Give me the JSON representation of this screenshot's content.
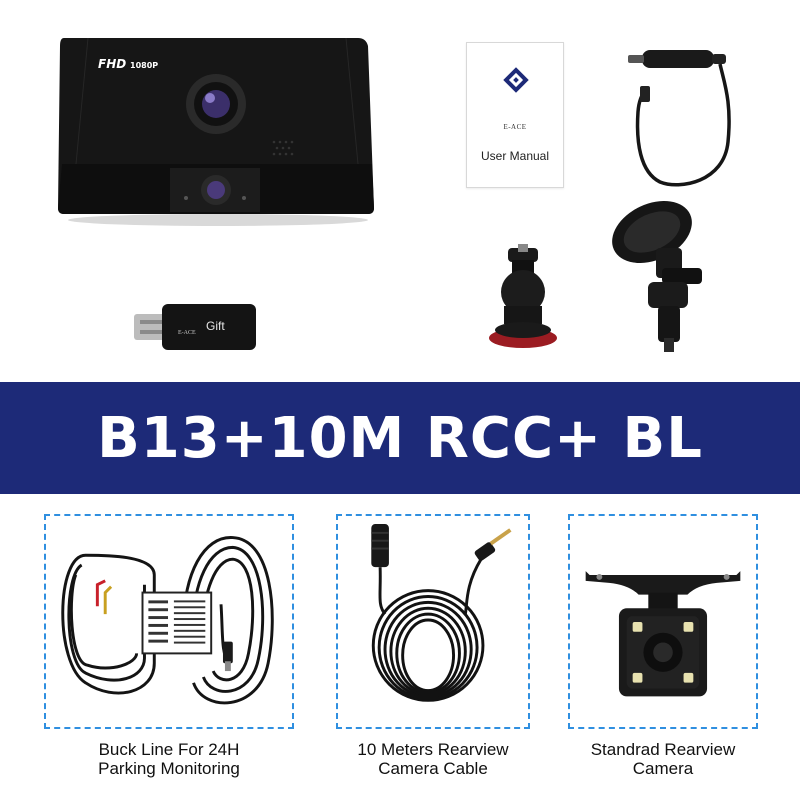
{
  "top": {
    "dashcam_labels": {
      "fhd": "FHD",
      "res": "1080P"
    },
    "manual": {
      "brand": "E-ACE",
      "title": "User Manual"
    },
    "card_reader": {
      "brand": "E-ACE",
      "label": "Gift"
    }
  },
  "banner": {
    "text": "B13+10M RCC+ BL"
  },
  "accessories": [
    {
      "line1": "Buck Line For 24H",
      "line2": "Parking Monitoring"
    },
    {
      "line1": "10 Meters Rearview",
      "line2": "Camera Cable"
    },
    {
      "line1": "Standrad Rearview",
      "line2": "Camera"
    }
  ],
  "colors": {
    "banner_bg": "#1d2a78",
    "dashed_border": "#2f8fe0"
  },
  "icons": [
    "dashcam-image",
    "user-manual-image",
    "car-charger-image",
    "adhesive-mount-image",
    "suction-mount-image",
    "card-reader-image",
    "buck-line-image",
    "cable-image",
    "rear-camera-image"
  ]
}
